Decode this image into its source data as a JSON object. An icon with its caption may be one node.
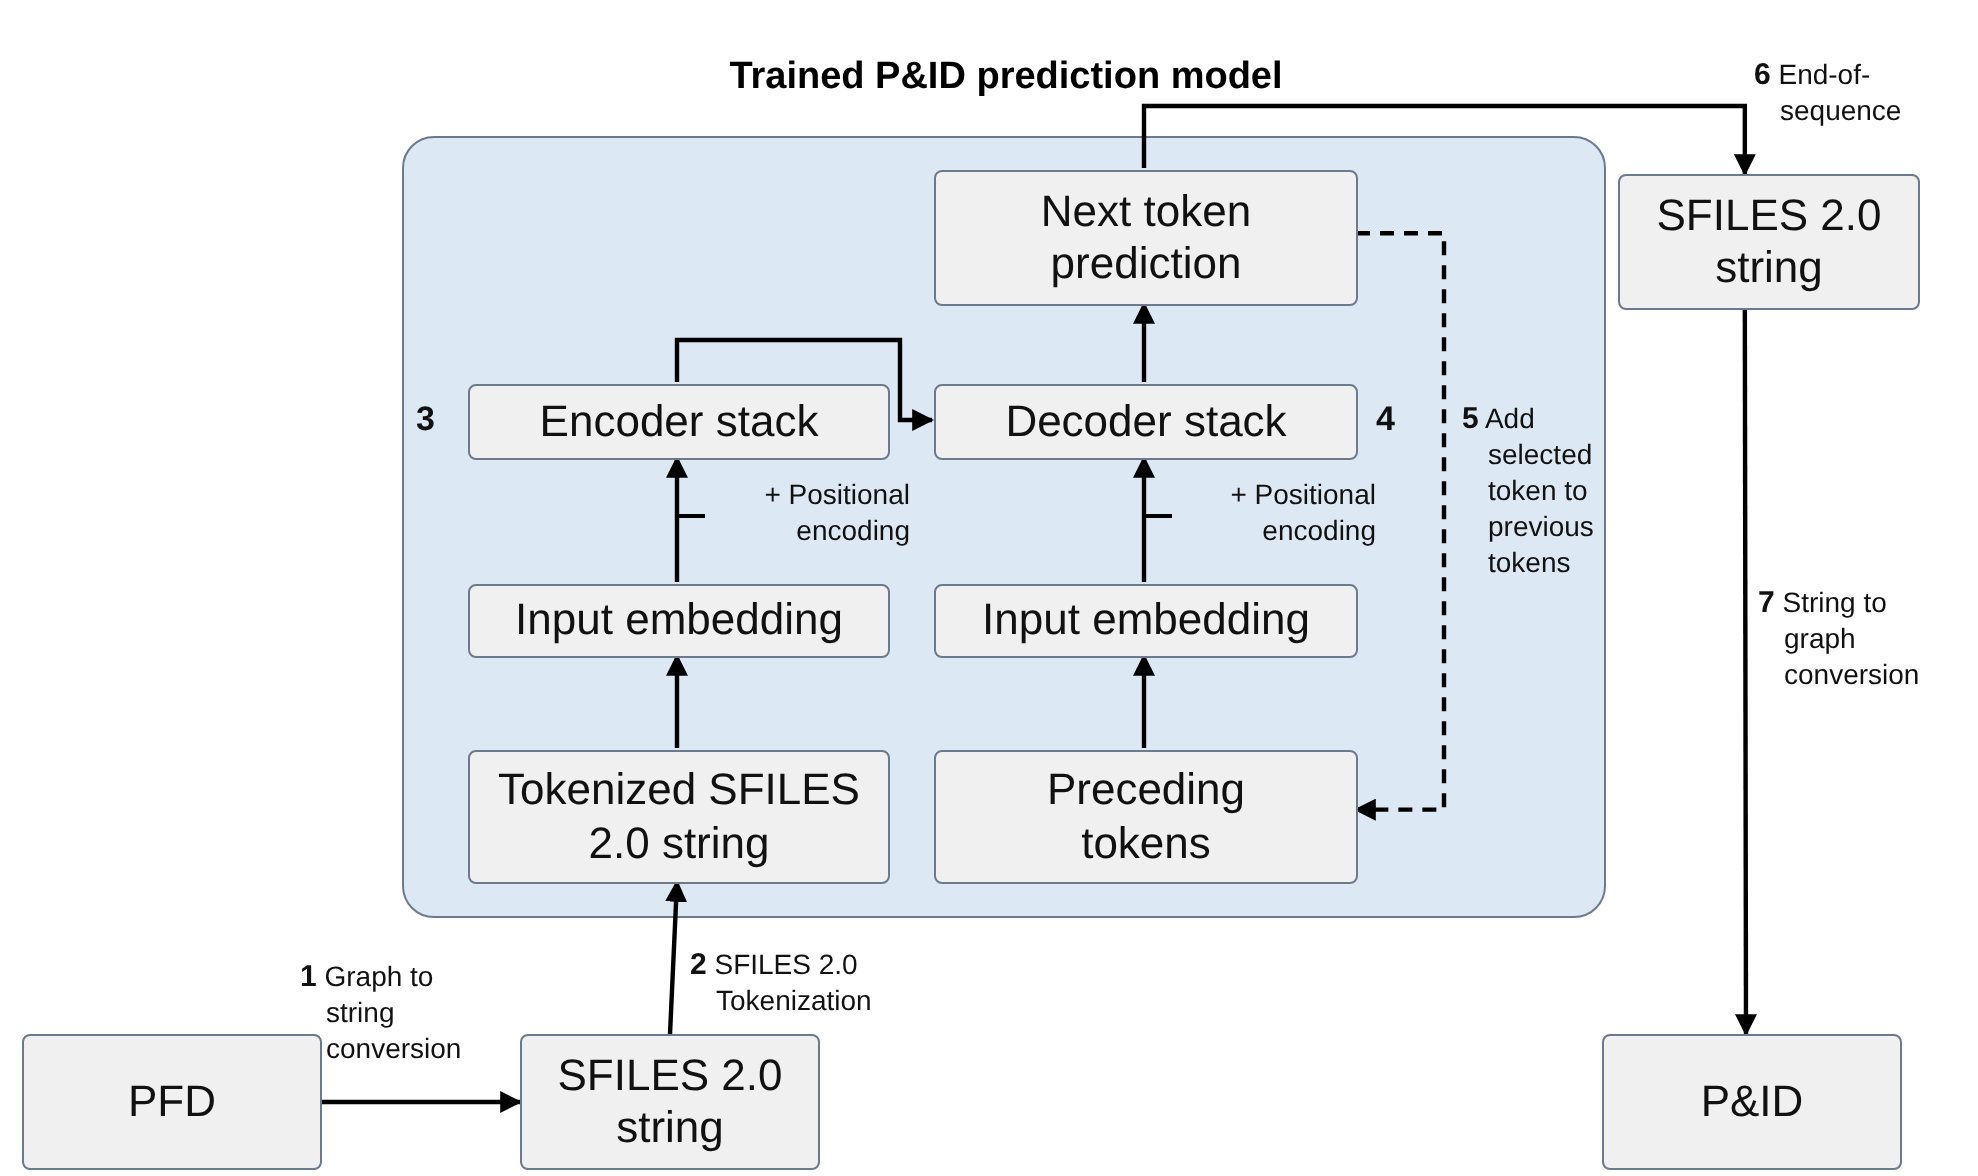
{
  "diagram": {
    "title": "Trained P&ID prediction model",
    "nodes": [
      {
        "text": [],
        "shape": "box"
      },
      {
        "text": [
          "Next token prediction"
        ],
        "in": 0
      },
      {
        "text": [
          "Encoder stack"
        ],
        "in": 0,
        "beside": [
          "3"
        ]
      },
      {
        "text": [
          "Decoder stack"
        ],
        "in": 0,
        "beside": [
          "4"
        ]
      },
      {
        "text": [
          "Input embedding"
        ],
        "in": 0
      },
      {
        "text": [
          "Input embedding"
        ],
        "in": 0
      },
      {
        "text": [
          "Tokenized SFILES 2.0 string"
        ],
        "in": 0
      },
      {
        "text": [
          "Preceding tokens"
        ],
        "in": 0
      },
      {
        "text": [
          "SFILES 2.0 string"
        ]
      },
      {
        "text": [
          "PFD"
        ]
      },
      {
        "text": [
          "SFILES 2.0 string"
        ]
      },
      {
        "text": [
          "P&ID"
        ]
      }
    ],
    "edges": [
      {
        "from": 9,
        "to": 10,
        "arrow": "to",
        "label": "**1** Graph to string conversion"
      },
      {
        "from": 10,
        "to": 6,
        "arrow": "to",
        "label": "**2** SFILES 2.0 Tokenization"
      },
      {
        "from": 6,
        "to": 4,
        "arrow": "to"
      },
      {
        "from": 4,
        "to": 2,
        "arrow": "to",
        "label": "+ Positional encoding"
      },
      {
        "from": 2,
        "to": 3,
        "arrow": "to"
      },
      {
        "from": 7,
        "to": 5,
        "arrow": "to"
      },
      {
        "from": 5,
        "to": 3,
        "arrow": "to",
        "label": "+ Positional encoding"
      },
      {
        "from": 3,
        "to": 1,
        "arrow": "to"
      },
      {
        "from": 1,
        "to": 7,
        "arrow": "to",
        "style": "dashed",
        "label": "**5** Add selected token to previous tokens"
      },
      {
        "from": 1,
        "to": 8,
        "arrow": "to",
        "label": "**6** End-of-sequence"
      },
      {
        "from": 8,
        "to": 11,
        "arrow": "to",
        "label": "**7** String to graph conversion"
      }
    ]
  }
}
